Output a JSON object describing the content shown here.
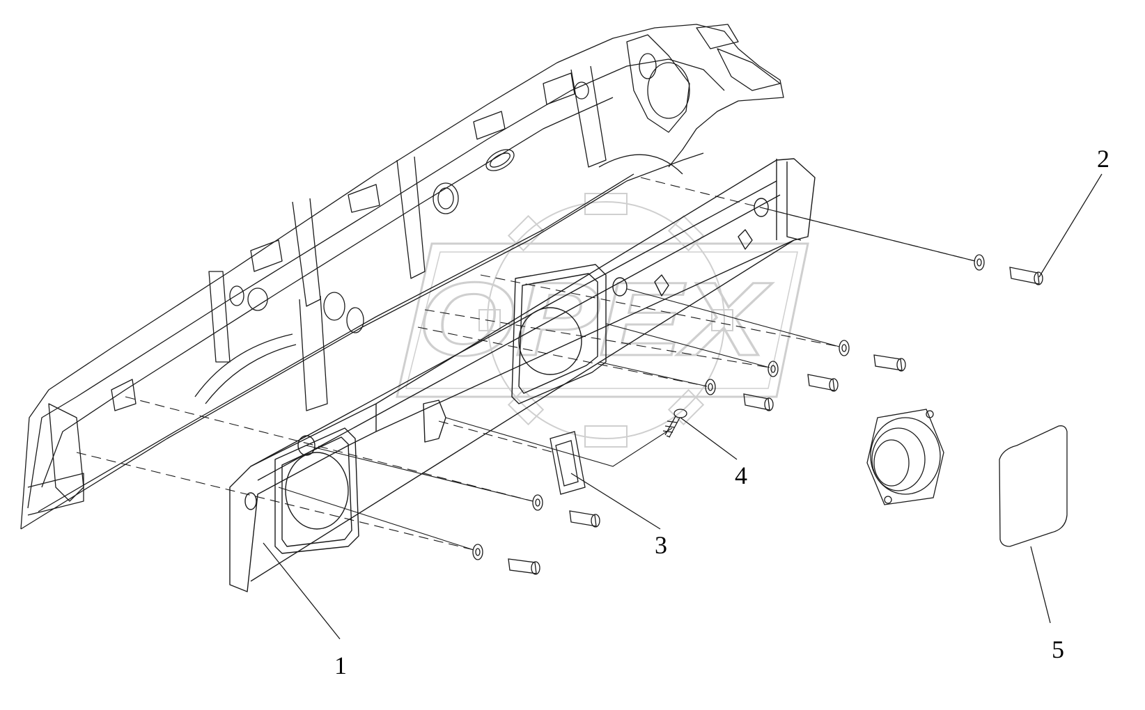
{
  "diagram": {
    "watermark_text": "OPEX",
    "callouts": [
      {
        "id": "1",
        "label": "1"
      },
      {
        "id": "2",
        "label": "2"
      },
      {
        "id": "3",
        "label": "3"
      },
      {
        "id": "4",
        "label": "4"
      },
      {
        "id": "5",
        "label": "5"
      }
    ],
    "colors": {
      "line": "#1a1a1a",
      "watermark": "#d6d6d6",
      "background": "#ffffff"
    }
  }
}
